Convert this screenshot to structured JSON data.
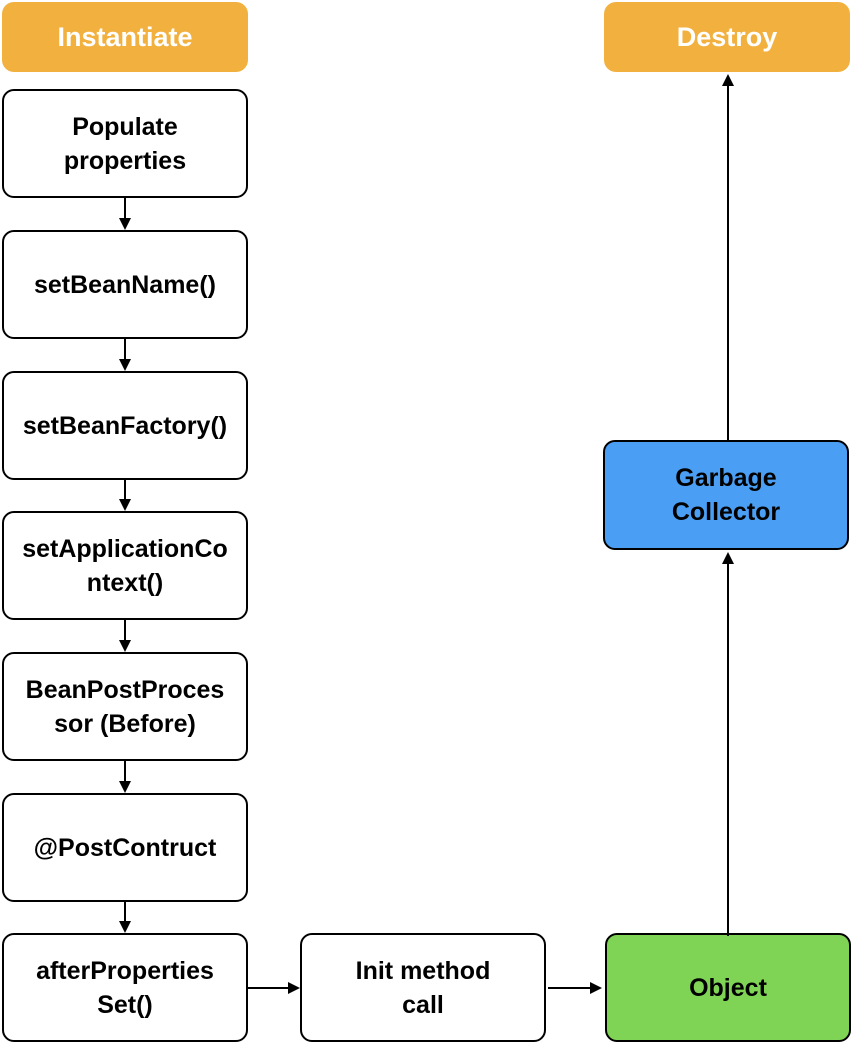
{
  "colors": {
    "terminal": "#f2b13f",
    "garbage_collector": "#4a9ff5",
    "object": "#80d455",
    "stroke": "#000000",
    "terminal_text": "#ffffff"
  },
  "nodes": {
    "instantiate": "Instantiate",
    "destroy": "Destroy",
    "populate_properties": [
      "Populate",
      "properties"
    ],
    "set_bean_name": [
      "setBeanName()"
    ],
    "set_bean_factory": [
      "setBeanFactory()"
    ],
    "set_application_context": [
      "setApplicationCo",
      "ntext()"
    ],
    "bean_post_processor": [
      "BeanPostProces",
      "sor (Before)"
    ],
    "post_construct": [
      "@PostContruct"
    ],
    "after_properties_set": [
      "afterProperties",
      "Set()"
    ],
    "init_method_call": [
      "Init method",
      "call"
    ],
    "object": [
      "Object"
    ],
    "garbage_collector": [
      "Garbage",
      "Collector"
    ]
  }
}
